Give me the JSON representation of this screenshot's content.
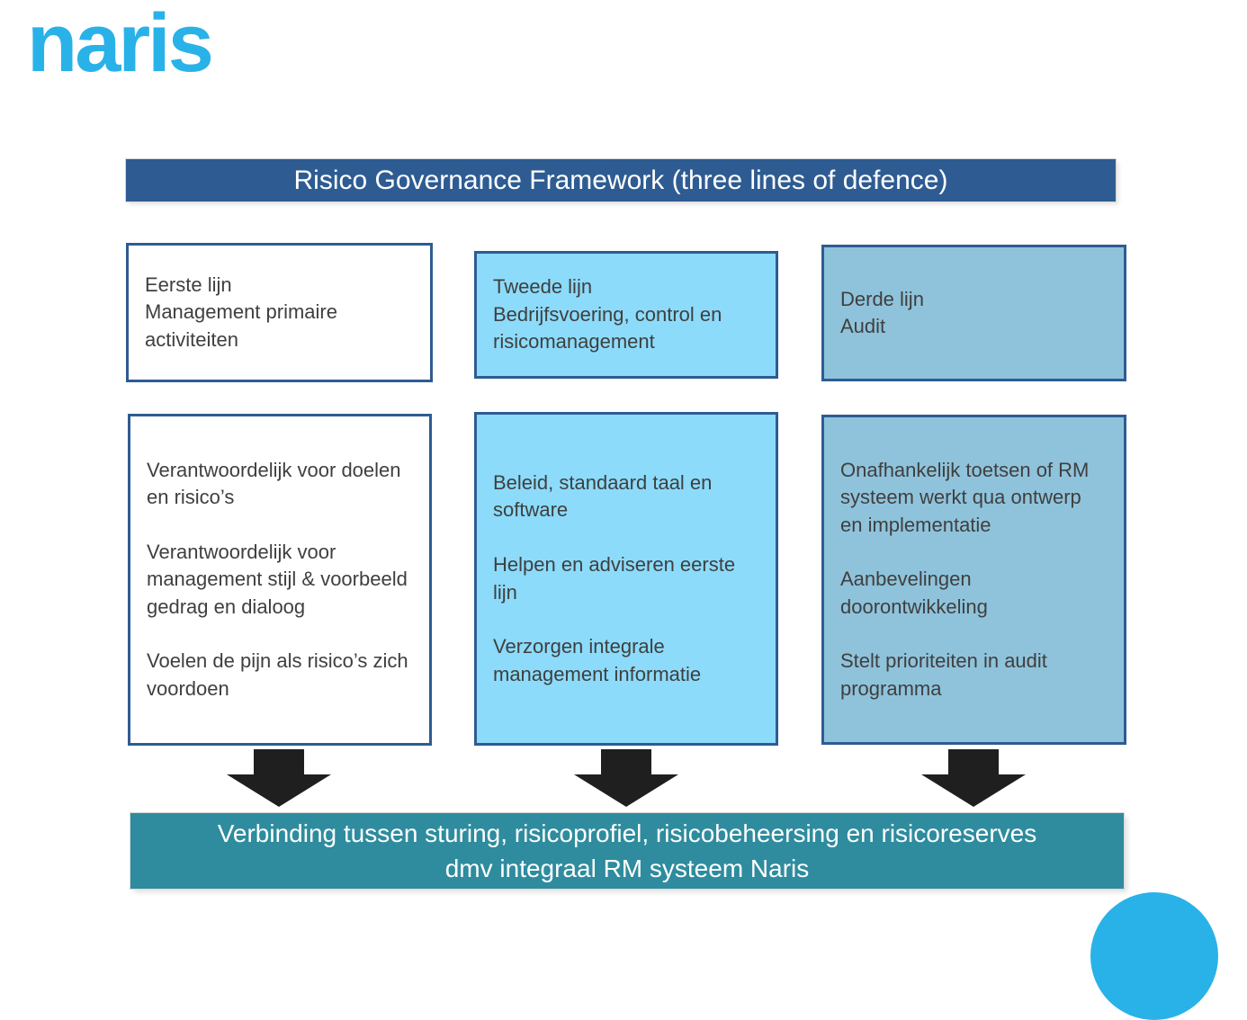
{
  "logo": {
    "text": "naris"
  },
  "title": {
    "text": "Risico Governance Framework (three lines of defence)"
  },
  "columns": [
    {
      "id": "eerste-lijn",
      "header": "Eerste lijn\nManagement primaire activiteiten",
      "body": "Verantwoordelijk voor doelen en risico’s\n\nVerantwoordelijk voor management stijl & voorbeeld gedrag en dialoog\n\nVoelen de pijn als risico’s zich voordoen"
    },
    {
      "id": "tweede-lijn",
      "header": "Tweede lijn\nBedrijfsvoering, control en risicomanagement",
      "body": "Beleid, standaard taal en software\n\nHelpen en adviseren  eerste lijn\n\nVerzorgen integrale management informatie"
    },
    {
      "id": "derde-lijn",
      "header": "Derde lijn\nAudit",
      "body": "Onafhankelijk toetsen of RM systeem werkt qua ontwerp en implementatie\n\nAanbevelingen doorontwikkeling\n\nStelt prioriteiten in audit programma"
    }
  ],
  "summary": {
    "text": "Verbinding tussen  sturing,  risicoprofiel, risicobeheersing en risicoreserves\ndmv integraal RM systeem Naris"
  },
  "colors": {
    "brand_cyan": "#29b2e8",
    "title_bar_blue": "#2e5c92",
    "box_border_blue": "#2e5c92",
    "light_blue_fill": "#8cdbfa",
    "mid_blue_fill": "#8fc3db",
    "summary_teal": "#2e8c9e",
    "arrow_black": "#1f1f1f",
    "text_gray": "#3f3f3f"
  }
}
